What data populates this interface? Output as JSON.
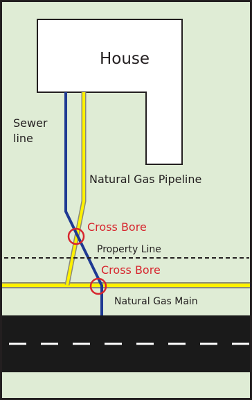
{
  "labels": {
    "house": "House",
    "sewer_line_1": "Sewer",
    "sewer_line_2": "line",
    "gas_pipeline": "Natural Gas Pipeline",
    "cross_bore_upper": "Cross Bore",
    "property_line": "Property Line",
    "cross_bore_lower": "Cross Bore",
    "gas_main": "Natural Gas Main"
  },
  "colors": {
    "ground": "#dfecd5",
    "frame": "#231f20",
    "house_fill": "#ffffff",
    "sewer": "#1f3a93",
    "gas": "#fff200",
    "gas_outline": "#8a8a7a",
    "cross_bore": "#d7262e",
    "road": "#1a1a1a",
    "road_dash": "#ffffff"
  }
}
